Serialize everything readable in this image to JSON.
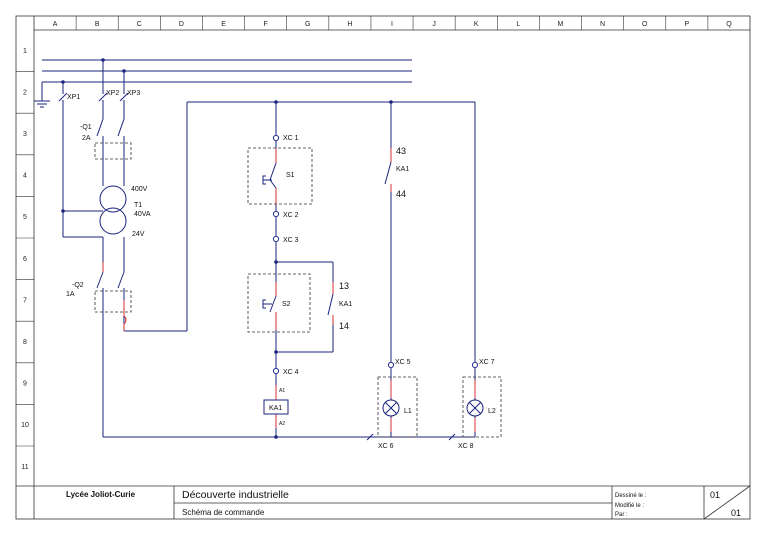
{
  "grid": {
    "columns": [
      "A",
      "B",
      "C",
      "D",
      "E",
      "F",
      "G",
      "H",
      "I",
      "J",
      "K",
      "L",
      "M",
      "N",
      "O",
      "P",
      "Q"
    ],
    "rows": [
      "1",
      "2",
      "3",
      "4",
      "5",
      "6",
      "7",
      "8",
      "9",
      "10",
      "11"
    ]
  },
  "power": {
    "fuses": [
      "XP1",
      "XP2",
      "XP3"
    ],
    "breaker_q1": {
      "label": "-Q1",
      "rating": "2A"
    },
    "transformer": {
      "primary": "400V",
      "name": "T1",
      "power": "40VA",
      "secondary": "24V"
    },
    "breaker_q2": {
      "label": "-Q2",
      "rating": "1A"
    }
  },
  "control": {
    "terminals": [
      "XC 1",
      "XC 2",
      "XC 3",
      "XC 4",
      "XC 5",
      "XC 6",
      "XC 7",
      "XC 8"
    ],
    "s1": "S1",
    "s2": "S2",
    "ka1_hold": {
      "top": "13",
      "name": "KA1",
      "bottom": "14"
    },
    "ka1_aux": {
      "top": "43",
      "name": "KA1",
      "bottom": "44"
    },
    "coil": {
      "a1": "A1",
      "name": "KA1",
      "a2": "A2"
    },
    "lamps": [
      "L1",
      "L2"
    ]
  },
  "titleblock": {
    "school": "Lycée Joliot-Curie",
    "title": "Découverte industrielle",
    "subtitle": "Schéma de commande",
    "drawn": "Dessiné le :",
    "modified": "Modifié le :",
    "by": "Par :",
    "sheet": "01",
    "total": "01"
  },
  "colors": {
    "wire": "#1a237e",
    "contact": "#d32f2f",
    "terminal": "#283593",
    "frame": "#333333"
  }
}
